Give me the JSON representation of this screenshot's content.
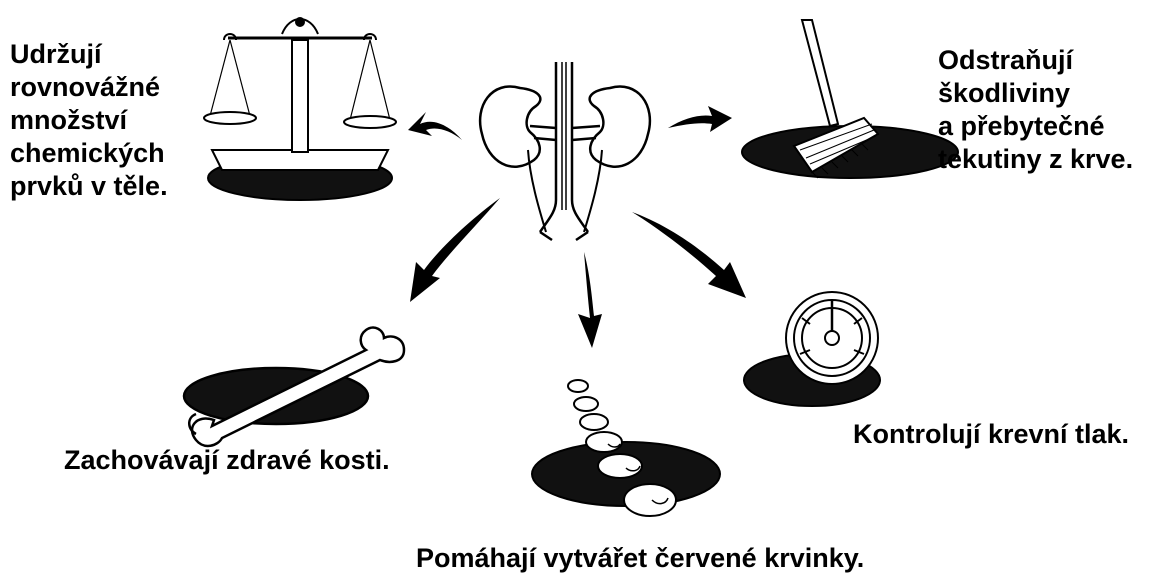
{
  "diagram": {
    "center": {
      "icon": "kidneys-icon"
    },
    "functions": [
      {
        "id": "balance",
        "icon": "scale-icon",
        "lines": [
          "Udržují",
          "rovnovážné",
          "množství",
          "chemických",
          "prvků v těle."
        ]
      },
      {
        "id": "cleanup",
        "icon": "broom-icon",
        "lines": [
          "Odstraňují",
          "škodliviny",
          "a přebytečné",
          "tekutiny z krve."
        ]
      },
      {
        "id": "bones",
        "icon": "bone-icon",
        "lines": [
          "Zachovávají zdravé kosti."
        ]
      },
      {
        "id": "blood",
        "icon": "red-blood-cells-icon",
        "lines": [
          "Pomáhají vytvářet červené krvinky."
        ]
      },
      {
        "id": "pressure",
        "icon": "pressure-gauge-icon",
        "lines": [
          "Kontrolují krevní tlak."
        ]
      }
    ],
    "colors": {
      "ink": "#000000",
      "paper": "#ffffff",
      "shadow": "#111111"
    }
  }
}
